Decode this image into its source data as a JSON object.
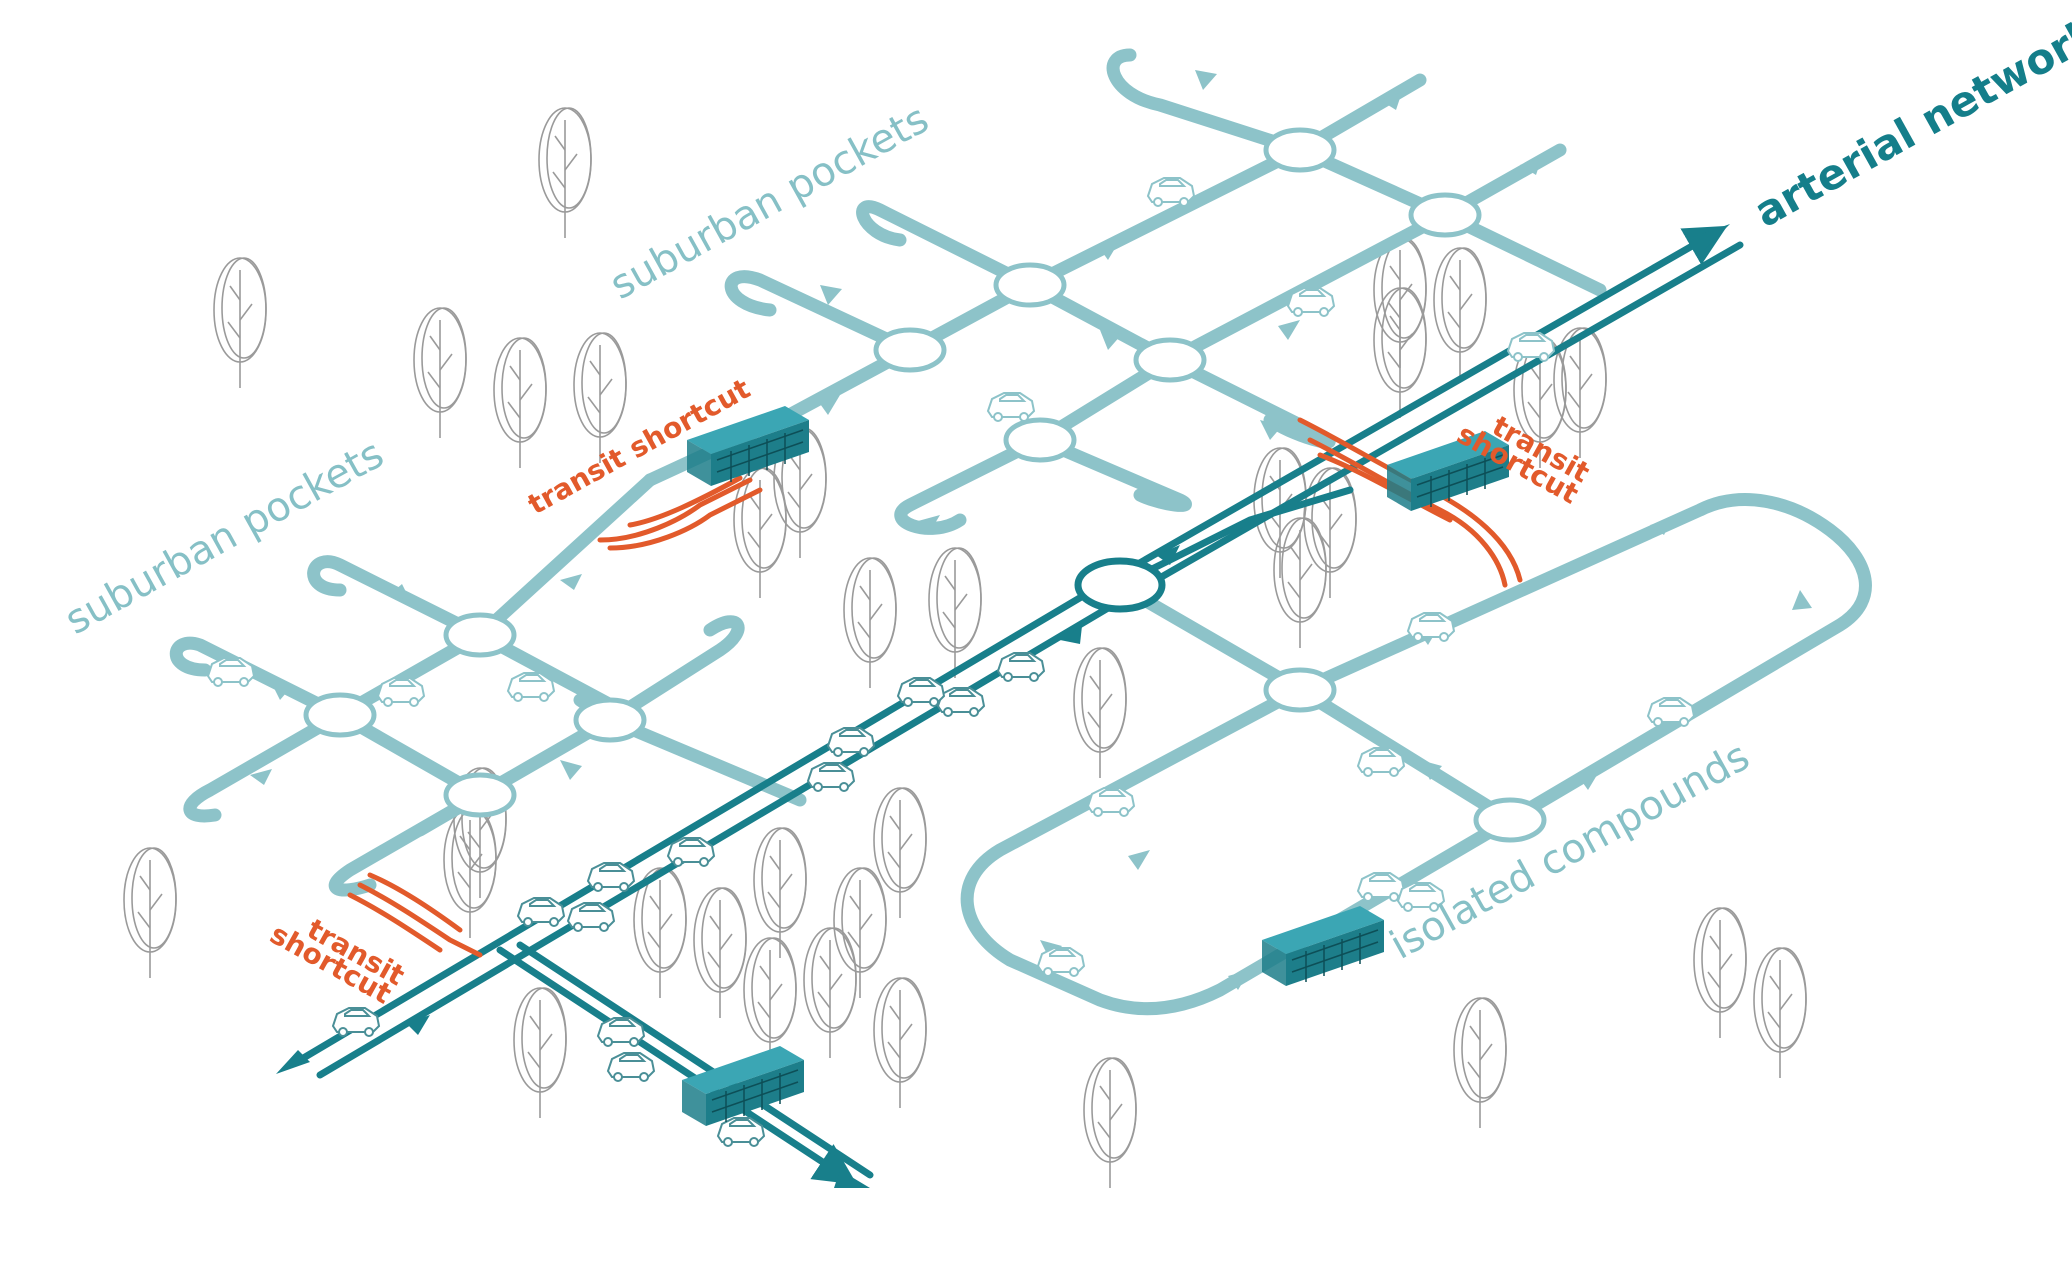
{
  "labels": {
    "suburban_top": "suburban pockets",
    "suburban_left": "suburban pockets",
    "arterial": "arterial network",
    "isolated": "isolated compounds",
    "transit_top": "transit shortcut",
    "transit_right_1": "transit",
    "transit_right_2": "shortcut",
    "transit_left_1": "transit",
    "transit_left_2": "shortcut"
  },
  "colors": {
    "local_road": "#8dc3c9",
    "arterial_road": "#187f8b",
    "transit_shortcut": "#e25a2b",
    "bus": "#3ba6b4",
    "tree": "#9a9a9a"
  },
  "icons": [
    "car-icon",
    "bus-icon",
    "tree-icon",
    "roundabout-icon",
    "arrow-icon"
  ]
}
